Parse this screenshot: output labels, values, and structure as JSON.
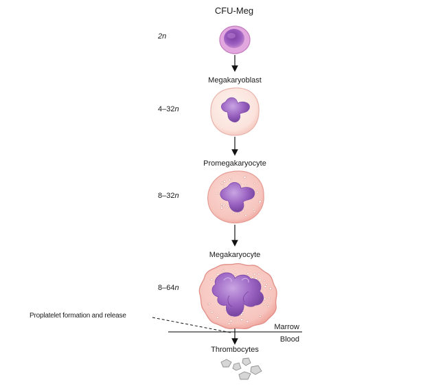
{
  "diagram": {
    "title": "CFU-Meg",
    "stages": [
      {
        "ploidy": {
          "prefix": "",
          "n": "2n"
        },
        "name": "Megakaryoblast"
      },
      {
        "ploidy": {
          "prefix": "4–32",
          "n": "n"
        },
        "name": "Promegakaryocyte"
      },
      {
        "ploidy": {
          "prefix": "8–32",
          "n": "n"
        },
        "name": "Megakaryocyte"
      },
      {
        "ploidy": {
          "prefix": "8–64",
          "n": "n"
        },
        "name": ""
      }
    ],
    "proplatelet_label": "Proplatelet formation and release",
    "marrow_label": "Marrow",
    "blood_label": "Blood",
    "final_label": "Thrombocytes"
  },
  "colors": {
    "cytoplasm_light": "#fbe9e4",
    "cytoplasm_pink": "#f5c3bd",
    "cell_outline": "#e5a59f",
    "nucleus": "#9b64c2",
    "nucleus_dark": "#6e3e98",
    "nucleus_light": "#c9a5e3",
    "first_cell_outer": "#d99ad6",
    "first_cell_inner": "#8d4eb0",
    "platelet": "#d4d4d4"
  }
}
